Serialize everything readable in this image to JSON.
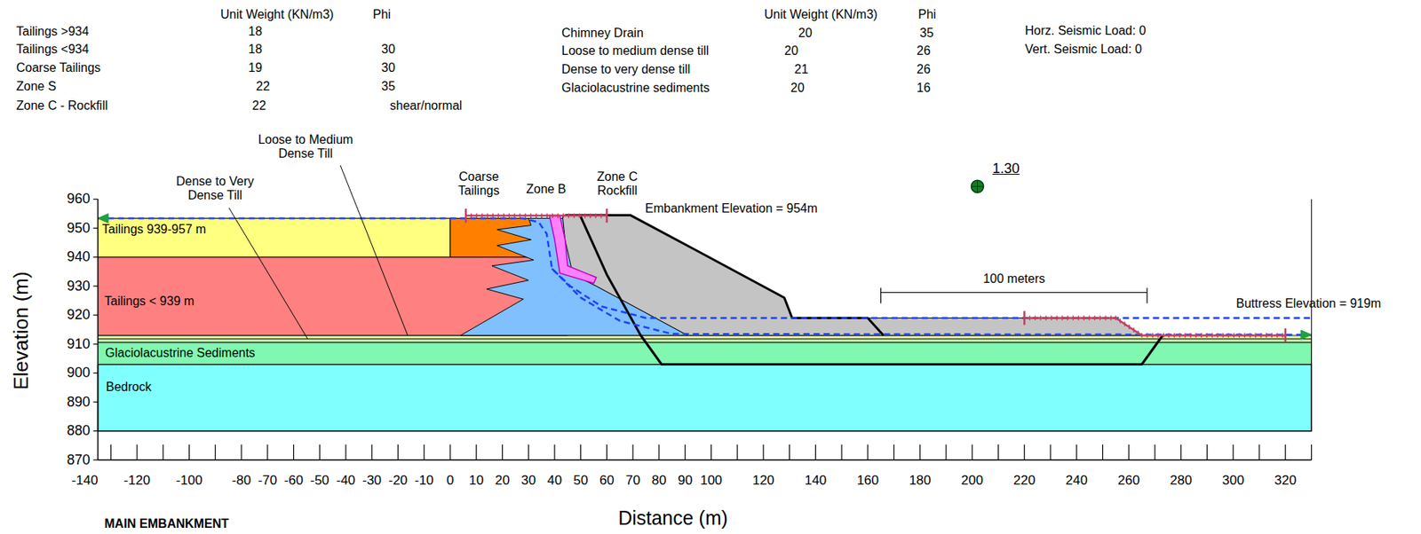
{
  "diagram": {
    "nodes": [
      {
        "text": [
          "Tailings 939-957 m"
        ]
      },
      {
        "text": [
          "Tailings < 939 m"
        ]
      },
      {
        "text": [
          "Glaciolacustrine Sediments"
        ]
      },
      {
        "text": [
          "Bedrock"
        ]
      }
    ],
    "labels": [
      "Unit Weight (KN/m3)",
      "Phi",
      "Tailings >934",
      "18",
      "Tailings <934",
      "18",
      "30",
      "Coarse Tailings",
      "19",
      "30",
      "Zone S",
      "22",
      "35",
      "Zone C - Rockfill",
      "22",
      "shear/normal",
      "Unit Weight (KN/m3)",
      "Phi",
      "Chimney Drain",
      "20",
      "35",
      "Loose to medium dense till",
      "20",
      "26",
      "Dense to very dense till",
      "21",
      "26",
      "Glaciolacustrine sediments",
      "20",
      "16",
      "Horz. Seismic Load: 0",
      "Vert. Seismic Load: 0",
      "Loose to Medium Dense Till",
      "Dense to Very Dense Till",
      "Coarse Tailings",
      "Zone B",
      "Zone C Rockfill",
      "Embankment Elevation = 954m",
      "1.30",
      "100 meters",
      "Buttress Elevation = 919m",
      "Elevation (m)",
      "Distance (m)",
      "MAIN EMBANKMENT",
      "960",
      "950",
      "940",
      "930",
      "920",
      "910",
      "900",
      "890",
      "880",
      "870",
      "-140",
      "-120",
      "-100",
      "-80",
      "-70",
      "-60",
      "-50",
      "-40",
      "-30",
      "-20",
      "-10",
      "0",
      "10",
      "20",
      "30",
      "40",
      "50",
      "60",
      "70",
      "80",
      "90",
      "100",
      "120",
      "140",
      "160",
      "180",
      "200",
      "220",
      "240",
      "260",
      "280",
      "300",
      "320"
    ]
  }
}
